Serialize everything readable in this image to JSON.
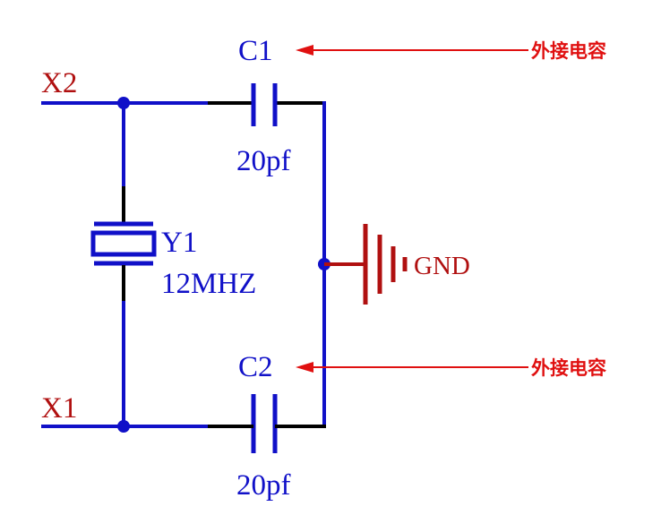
{
  "components": {
    "c1": {
      "ref": "C1",
      "value": "20pf"
    },
    "c2": {
      "ref": "C2",
      "value": "20pf"
    },
    "y1": {
      "ref": "Y1",
      "value": "12MHZ"
    }
  },
  "nets": {
    "x2": "X2",
    "x1": "X1",
    "gnd": "GND"
  },
  "annotations": {
    "c1_note": "外接电容",
    "c2_note": "外接电容"
  },
  "colors": {
    "wire": "#1010c8",
    "component": "#1010c8",
    "ground": "#b01010",
    "label": "#b01010",
    "arrow": "#e01010",
    "lead": "#000000",
    "text_blue": "#1010c8"
  }
}
